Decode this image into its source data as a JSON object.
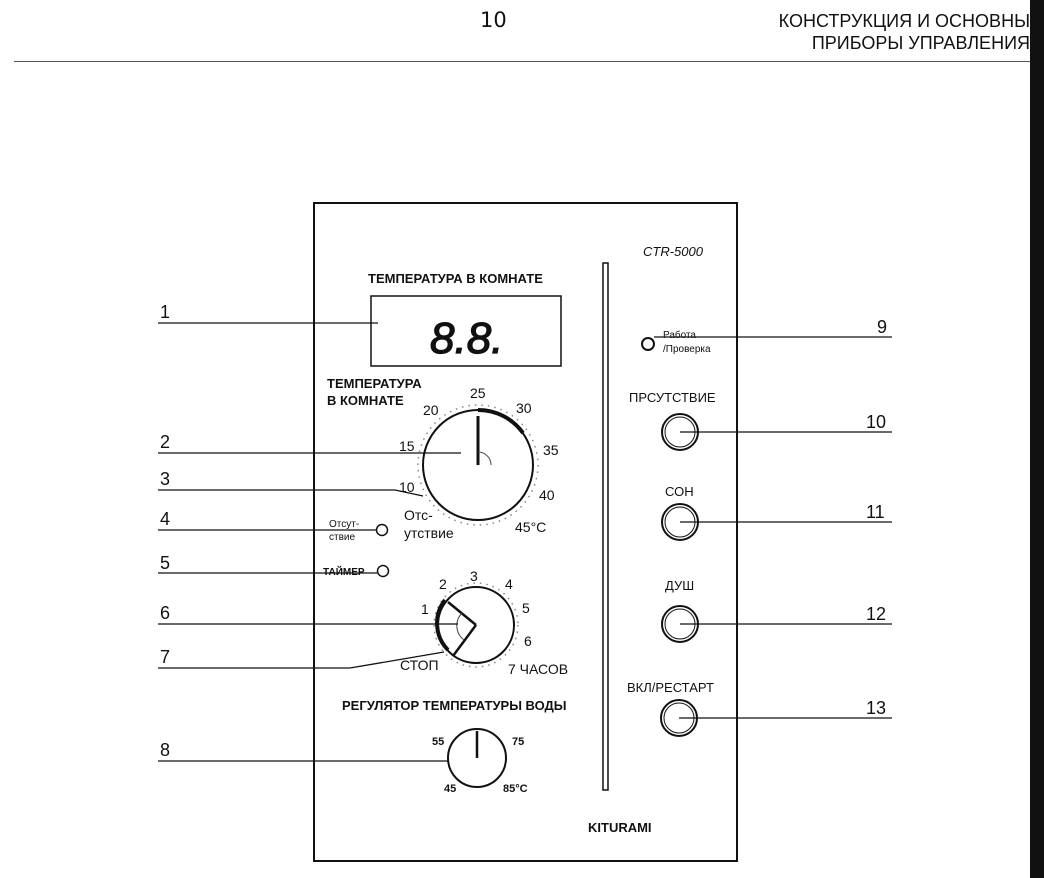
{
  "header": {
    "page_number": "10",
    "section_title_line1": "КОНСТРУКЦИЯ И ОСНОВНЫ",
    "section_title_line2": "ПРИБОРЫ УПРАВЛЕНИЯ"
  },
  "panel": {
    "model": "CTR-5000",
    "brand": "KITURAMI",
    "display_title": "ТЕМПЕРАТУРА В КОМНАТЕ",
    "display_value": "8.8.",
    "room_dial": {
      "title_line1": "ТЕМПЕРАТУРА",
      "title_line2": "В КОМНАТЕ",
      "ticks": [
        "10",
        "15",
        "20",
        "25",
        "30",
        "35",
        "40",
        "45°C"
      ],
      "absence_line1": "Отс-",
      "absence_line2": "утствие"
    },
    "absence_led_line1": "Отсут-",
    "absence_led_line2": "ствие",
    "timer_led": "ТАЙМЕР",
    "timer_dial": {
      "ticks": [
        "1",
        "2",
        "3",
        "4",
        "5",
        "6",
        "7 ЧАСОВ"
      ],
      "stop": "СТОП"
    },
    "water_title": "РЕГУЛЯТОР ТЕМПЕРАТУРЫ ВОДЫ",
    "water_dial": {
      "ticks": [
        "55",
        "75",
        "45",
        "85°C"
      ]
    },
    "status_led_line1": "Работа",
    "status_led_line2": "/Проверка",
    "buttons": {
      "presence": "ПРСУТСТВИЕ",
      "sleep": "СОН",
      "shower": "ДУШ",
      "power": "ВКЛ/РЕСТАРТ"
    }
  },
  "callouts": [
    "1",
    "2",
    "3",
    "4",
    "5",
    "6",
    "7",
    "8",
    "9",
    "10",
    "11",
    "12",
    "13"
  ]
}
